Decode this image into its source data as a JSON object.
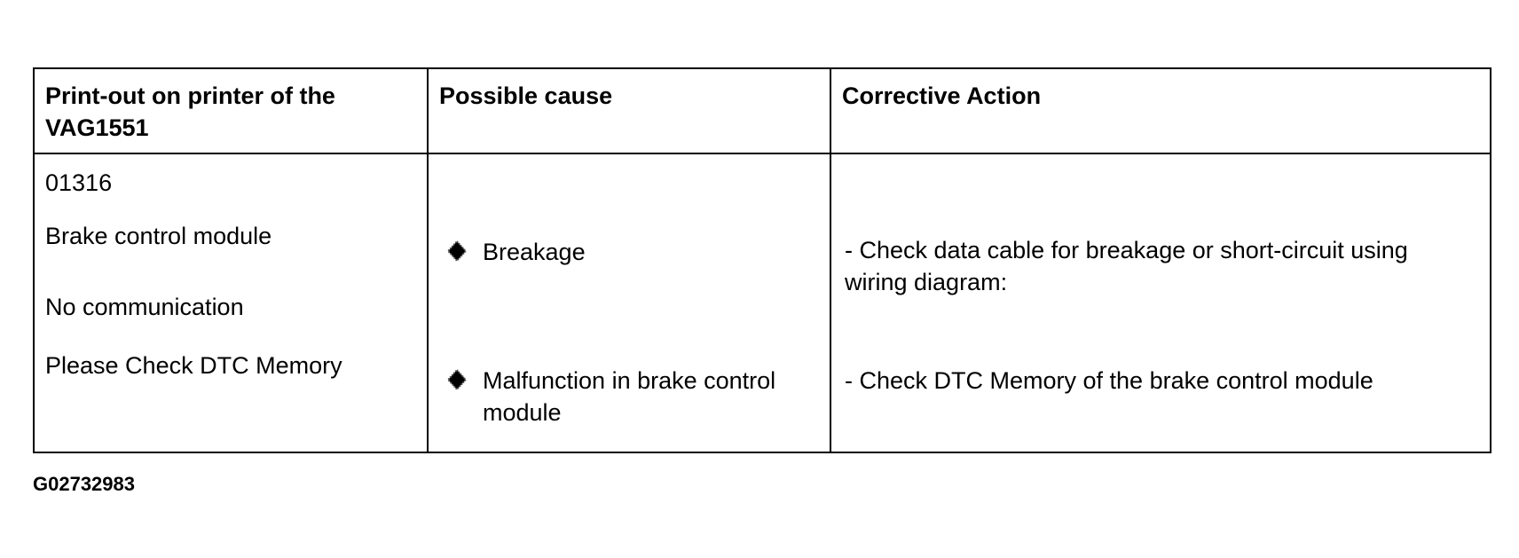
{
  "table": {
    "headers": {
      "printout": [
        "Print-out on printer of the",
        "VAG1551"
      ],
      "cause": "Possible cause",
      "action": "Corrective Action"
    },
    "printout_lines": [
      "01316",
      "Brake control module",
      "No communication",
      "Please Check DTC Memory"
    ],
    "causes": [
      {
        "icon": "diamond-bullet-icon",
        "lines": [
          "Breakage"
        ]
      },
      {
        "icon": "diamond-bullet-icon",
        "lines": [
          "Malfunction in brake control",
          "module"
        ]
      }
    ],
    "actions": [
      [
        "- Check data cable for breakage or short-circuit using",
        "wiring diagram:"
      ],
      [
        "- Check DTC Memory of the brake control module"
      ]
    ]
  },
  "figure_id": "G02732983"
}
